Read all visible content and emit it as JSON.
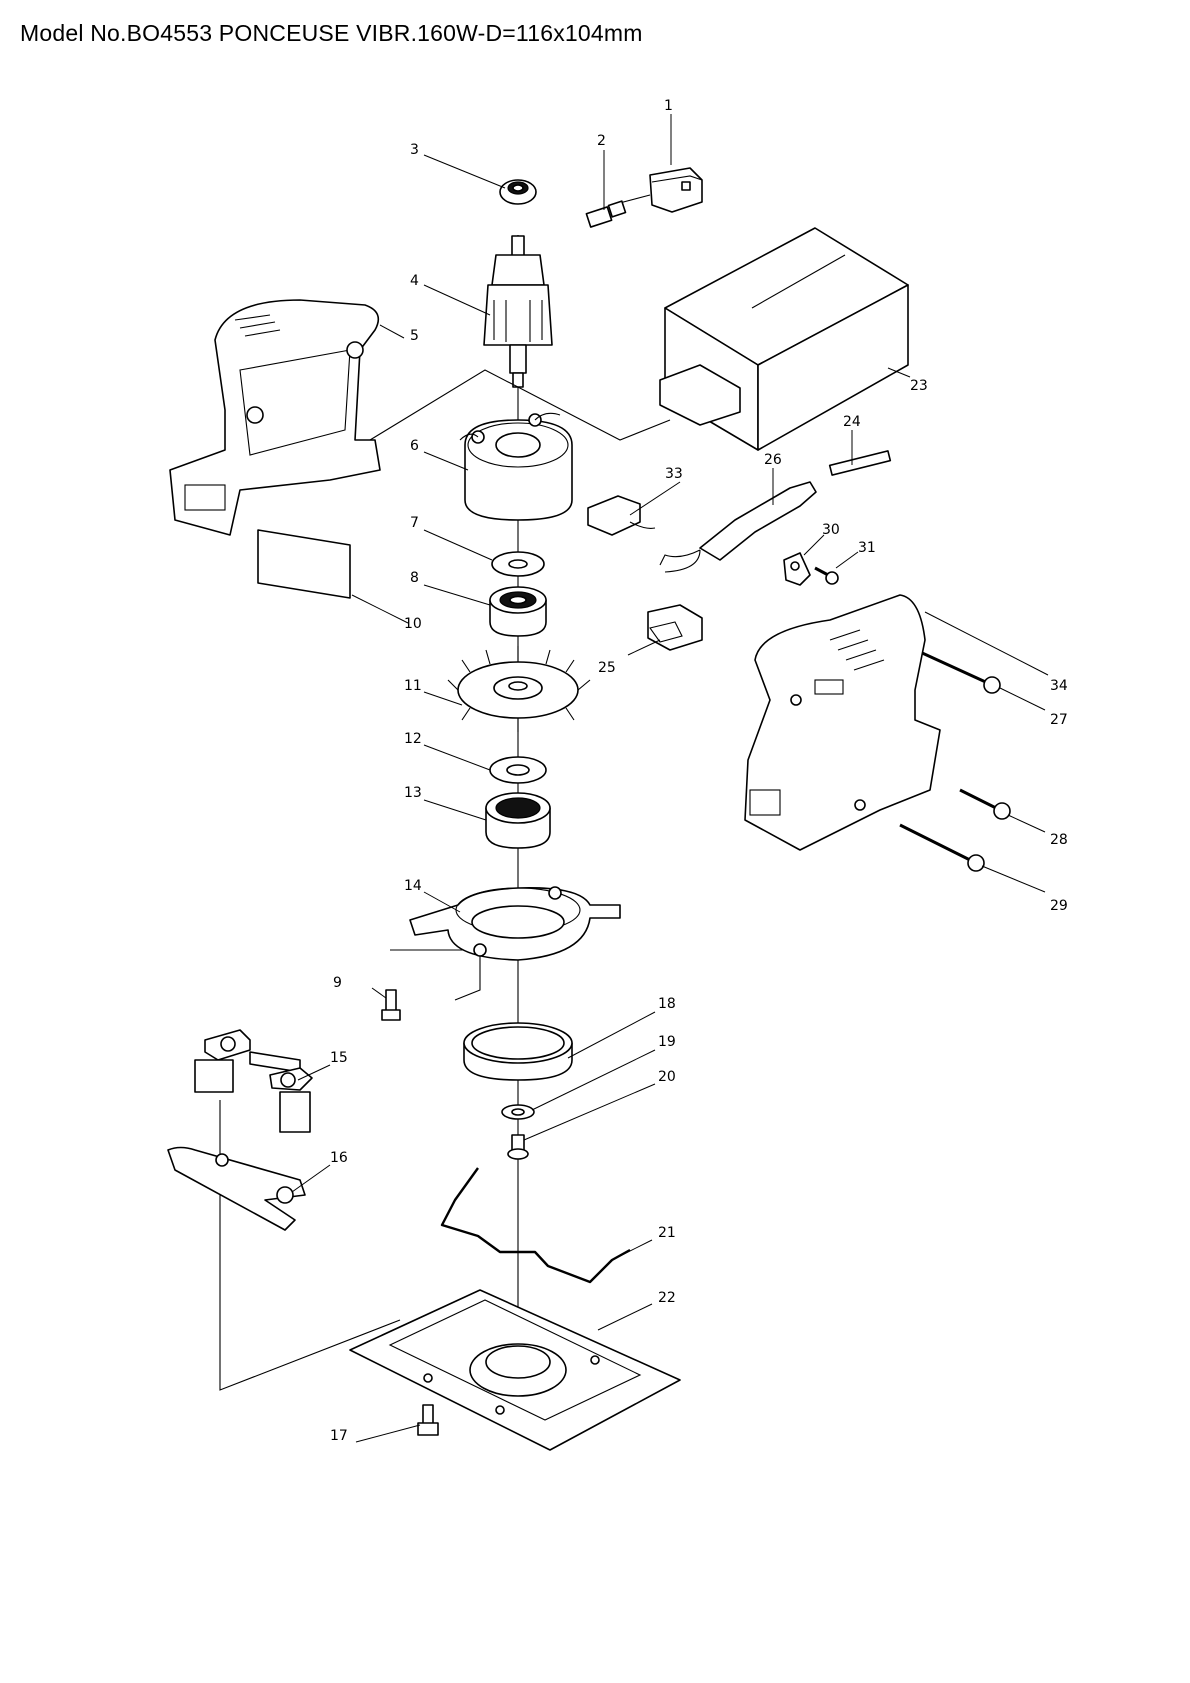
{
  "header": {
    "title": "Model No.BO4553 PONCEUSE VIBR.160W-D=116x104mm"
  },
  "parts": [
    {
      "num": "1"
    },
    {
      "num": "2"
    },
    {
      "num": "3"
    },
    {
      "num": "4"
    },
    {
      "num": "5"
    },
    {
      "num": "6"
    },
    {
      "num": "7"
    },
    {
      "num": "8"
    },
    {
      "num": "9"
    },
    {
      "num": "10"
    },
    {
      "num": "11"
    },
    {
      "num": "12"
    },
    {
      "num": "13"
    },
    {
      "num": "14"
    },
    {
      "num": "15"
    },
    {
      "num": "16"
    },
    {
      "num": "17"
    },
    {
      "num": "18"
    },
    {
      "num": "19"
    },
    {
      "num": "20"
    },
    {
      "num": "21"
    },
    {
      "num": "22"
    },
    {
      "num": "23"
    },
    {
      "num": "24"
    },
    {
      "num": "25"
    },
    {
      "num": "26"
    },
    {
      "num": "27"
    },
    {
      "num": "28"
    },
    {
      "num": "29"
    },
    {
      "num": "30"
    },
    {
      "num": "31"
    },
    {
      "num": "33"
    },
    {
      "num": "34"
    }
  ]
}
